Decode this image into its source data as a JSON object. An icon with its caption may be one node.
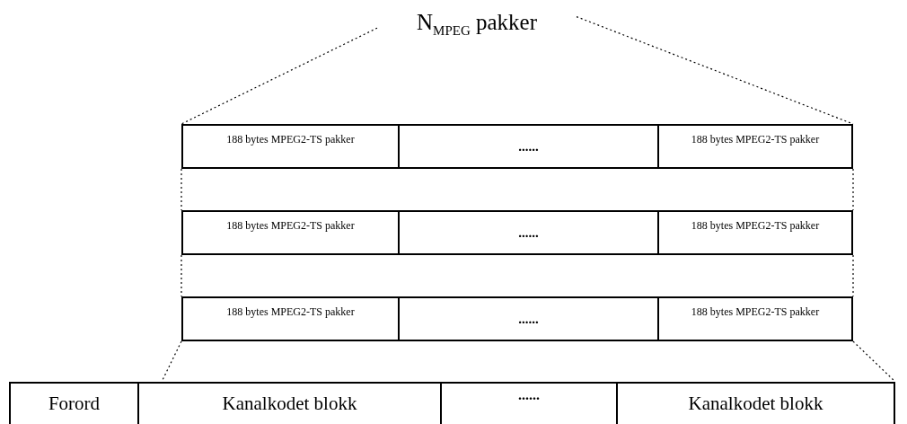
{
  "diagram": {
    "nodes": [
      {
        "text": [
          "N$_{MPEG}$ pakker"
        ]
      },
      {
        "text": [
          "188 bytes MPEG2-TS pakker"
        ]
      },
      {
        "text": [
          "......"
        ]
      },
      {
        "text": [
          "188 bytes MPEG2-TS pakker"
        ]
      },
      {
        "text": [
          "188 bytes MPEG2-TS pakker"
        ]
      },
      {
        "text": [
          "......"
        ]
      },
      {
        "text": [
          "188 bytes MPEG2-TS pakker"
        ]
      },
      {
        "text": [
          "188 bytes MPEG2-TS pakker"
        ]
      },
      {
        "text": [
          "......"
        ]
      },
      {
        "text": [
          "188 bytes MPEG2-TS pakker"
        ]
      },
      {
        "text": [
          "Forord"
        ]
      },
      {
        "text": [
          "Kanalkodet blokk"
        ]
      },
      {
        "text": [
          "......"
        ]
      },
      {
        "text": [
          "Kanalkodet blokk"
        ]
      }
    ],
    "edges": [
      {
        "from": 0,
        "to": 1,
        "arrow": "none",
        "style": "dashed"
      },
      {
        "from": 0,
        "to": 3,
        "arrow": "none",
        "style": "dashed"
      },
      {
        "from": 1,
        "to": 4,
        "arrow": "none",
        "style": "dashed"
      },
      {
        "from": 3,
        "to": 6,
        "arrow": "none",
        "style": "dashed"
      },
      {
        "from": 4,
        "to": 7,
        "arrow": "none",
        "style": "dashed"
      },
      {
        "from": 6,
        "to": 9,
        "arrow": "none",
        "style": "dashed"
      },
      {
        "from": 7,
        "to": 11,
        "arrow": "none",
        "style": "dashed"
      },
      {
        "from": 9,
        "to": 13,
        "arrow": "none",
        "style": "dashed"
      }
    ]
  }
}
